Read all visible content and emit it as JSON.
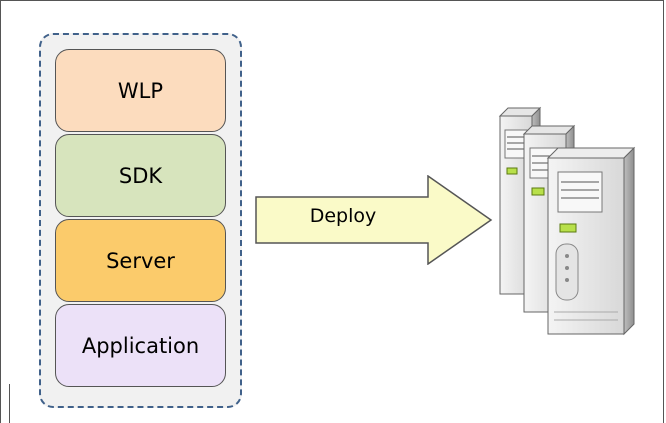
{
  "layers": [
    {
      "label": "WLP",
      "fill": "#fcdcbe"
    },
    {
      "label": "SDK",
      "fill": "#d7e4bd"
    },
    {
      "label": "Server",
      "fill": "#fbcb6b"
    },
    {
      "label": "Application",
      "fill": "#ece1f8"
    }
  ],
  "arrow": {
    "label": "Deploy",
    "fill": "#fafac8"
  },
  "servers": {
    "icon": "server-tower-icon",
    "count": 3
  }
}
